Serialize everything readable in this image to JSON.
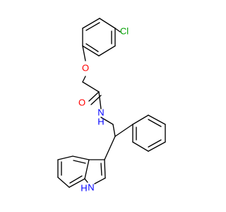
{
  "colors": {
    "background": "#ffffff",
    "bond": "#000000",
    "oxygen": "#ff0000",
    "nitrogen": "#0000ff",
    "chlorine": "#00a000"
  },
  "atoms": {
    "chlorine": "Cl",
    "ether_oxygen": "O",
    "carbonyl_oxygen": "O",
    "amide_nitrogen": "N",
    "amide_hydrogen": "H",
    "indole_nitrogen": "N",
    "indole_hydrogen": "H"
  }
}
